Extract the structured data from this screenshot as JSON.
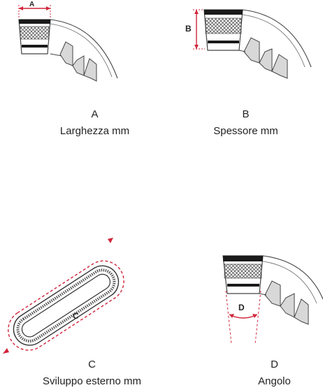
{
  "panels": [
    {
      "letter": "A",
      "label": "Larghezza mm",
      "dim_marker": "A"
    },
    {
      "letter": "B",
      "label": "Spessore mm",
      "dim_marker": "B"
    },
    {
      "letter": "C",
      "label": "Sviluppo esterno mm",
      "dim_marker": "C"
    },
    {
      "letter": "D",
      "label": "Angolo",
      "dim_marker": "D"
    }
  ],
  "colors": {
    "accent": "#d0253a",
    "outline": "#444444",
    "belt_top": "#1a1a1a",
    "belt_body": "#e8e8e8",
    "pulley_fill": "#d8d8d8"
  }
}
